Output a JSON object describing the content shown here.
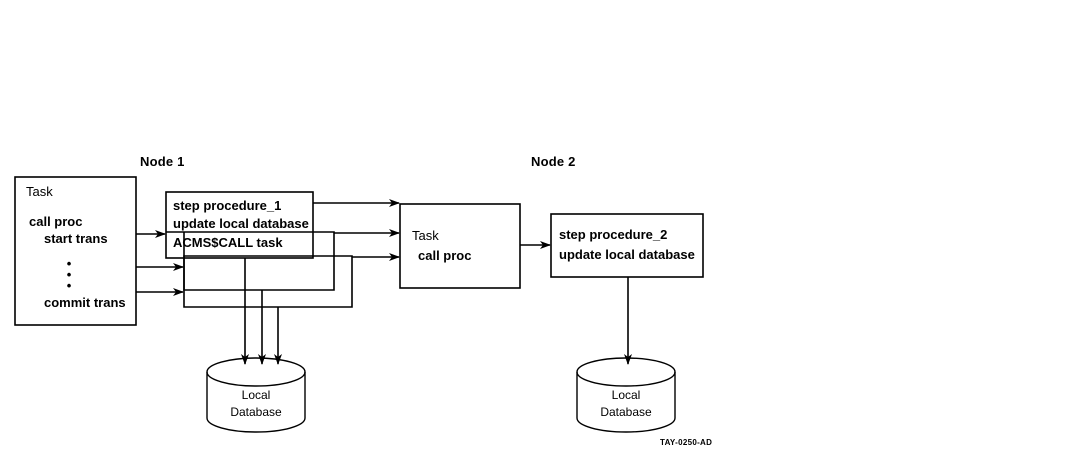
{
  "figure": {
    "id_label": "TAY-0250-AD",
    "background_color": "#ffffff",
    "stroke_color": "#000000"
  },
  "nodes": [
    {
      "label": "Node 1"
    },
    {
      "label": "Node 2"
    }
  ],
  "boxes": {
    "left_task": {
      "name": "task-box-node1",
      "title": "Task",
      "lines": [
        "call proc",
        "start trans",
        "commit trans"
      ],
      "ellipsis": "•\n•\n•"
    },
    "step_procedure_1": {
      "name": "step-procedure-1-box",
      "lines": [
        "step procedure_1",
        "update local database",
        "ACMS$CALL task"
      ]
    },
    "middle_task": {
      "name": "task-box-node2",
      "title": "Task",
      "lines": [
        "call proc"
      ]
    },
    "step_procedure_2": {
      "name": "step-procedure-2-box",
      "lines": [
        "step procedure_2",
        "update local database"
      ]
    }
  },
  "databases": [
    {
      "name": "local-database-node1",
      "line1": "Local",
      "line2": "Database"
    },
    {
      "name": "local-database-node2",
      "line1": "Local",
      "line2": "Database"
    }
  ]
}
